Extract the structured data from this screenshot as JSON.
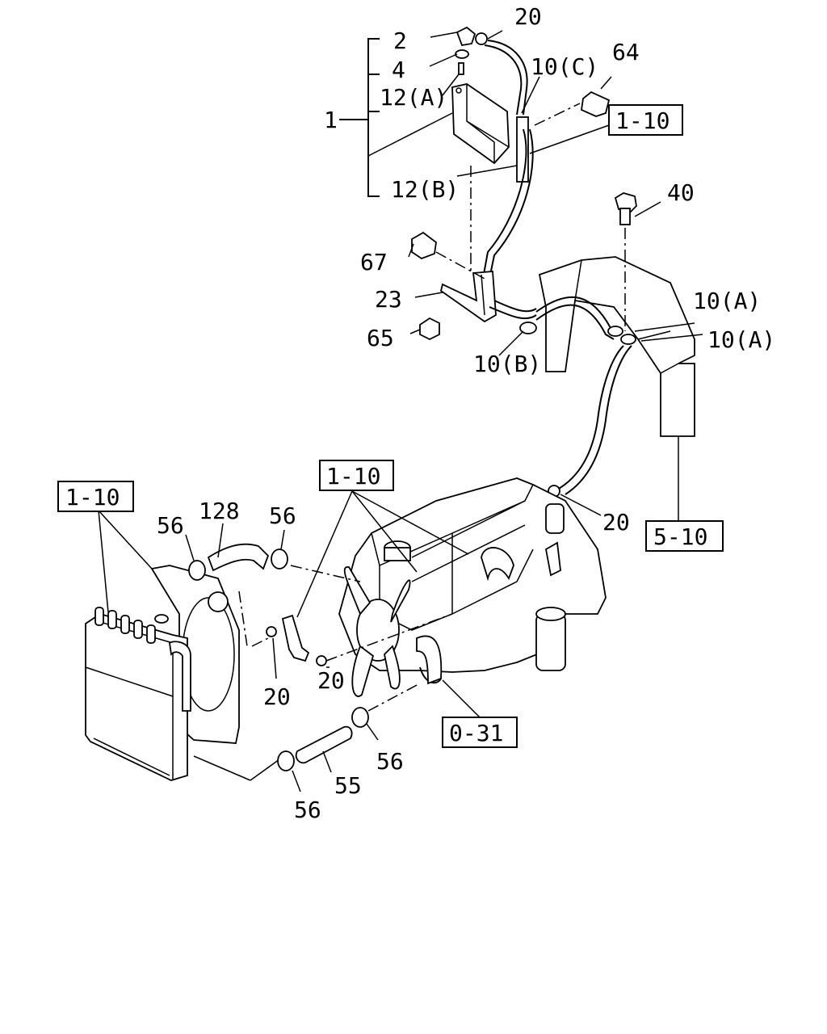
{
  "callouts": {
    "c_2": "2",
    "c_20_top": "20",
    "c_4": "4",
    "c_10c": "10(C)",
    "c_64": "64",
    "c_12a": "12(A)",
    "c_1": "1",
    "c_12b": "12(B)",
    "c_40": "40",
    "c_67": "67",
    "c_23": "23",
    "c_65": "65",
    "c_10b": "10(B)",
    "c_10a_1": "10(A)",
    "c_10a_2": "10(A)",
    "c_56_a": "56",
    "c_128": "128",
    "c_56_b": "56",
    "c_20_mid": "20",
    "c_20_left": "20",
    "c_20_center": "20",
    "c_56_c": "56",
    "c_55": "55",
    "c_56_d": "56"
  },
  "references": {
    "ref_1_10_top": "1-10",
    "ref_1_10_left": "1-10",
    "ref_1_10_center": "1-10",
    "ref_5_10": "5-10",
    "ref_0_31": "0-31"
  }
}
